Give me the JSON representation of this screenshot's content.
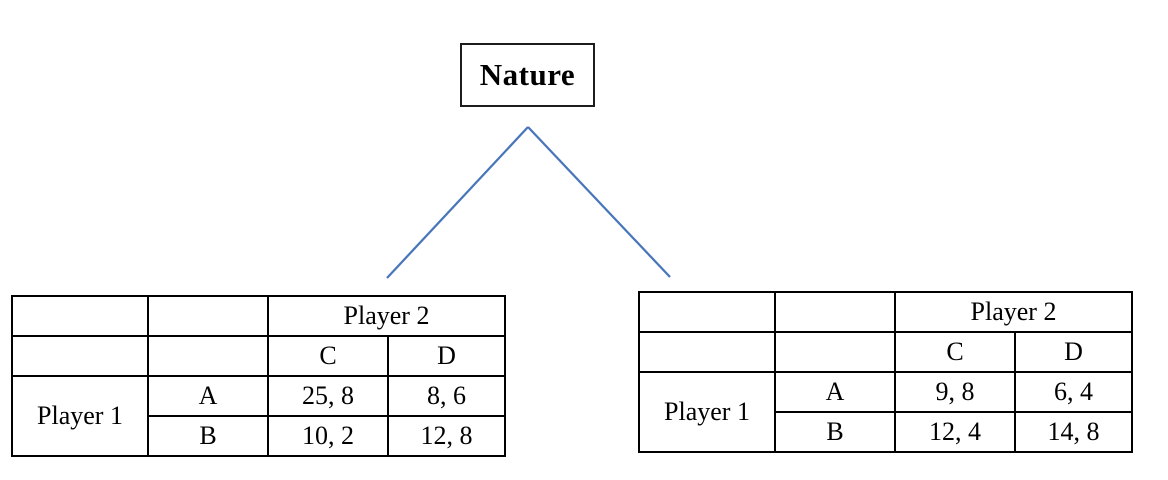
{
  "nature": {
    "label": "Nature"
  },
  "colors": {
    "branch": "#4976BA",
    "border": "#000000"
  },
  "games": [
    {
      "side": "left",
      "player2_label": "Player 2",
      "player1_label": "Player 1",
      "col_labels": [
        "C",
        "D"
      ],
      "row_labels": [
        "A",
        "B"
      ],
      "payoffs": [
        [
          "25, 8",
          "8, 6"
        ],
        [
          "10, 2",
          "12, 8"
        ]
      ]
    },
    {
      "side": "right",
      "player2_label": "Player 2",
      "player1_label": "Player 1",
      "col_labels": [
        "C",
        "D"
      ],
      "row_labels": [
        "A",
        "B"
      ],
      "payoffs": [
        [
          "9, 8",
          "6, 4"
        ],
        [
          "12, 4",
          "14, 8"
        ]
      ]
    }
  ]
}
